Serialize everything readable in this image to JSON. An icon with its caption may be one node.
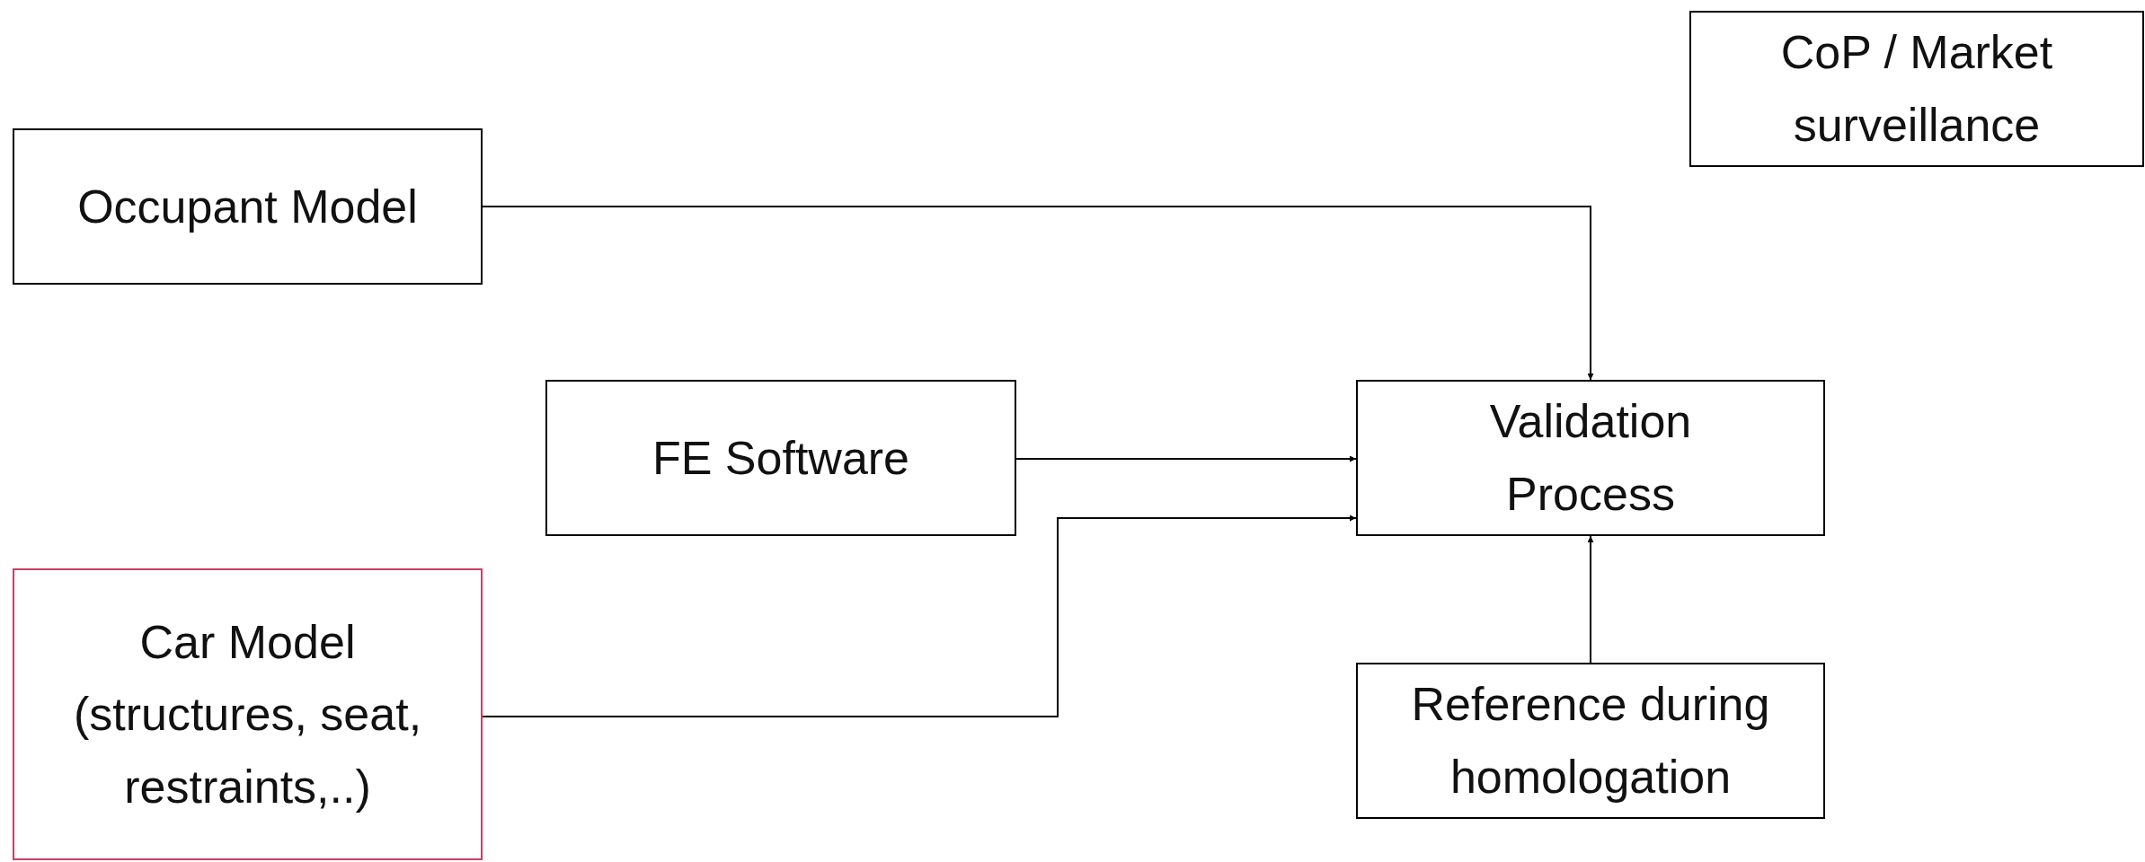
{
  "diagram": {
    "nodes": [
      {
        "text": [
          "CoP / Market surveillance"
        ]
      },
      {
        "text": [
          "Occupant Model"
        ]
      },
      {
        "text": [
          "FE Software"
        ]
      },
      {
        "text": [
          "Validation Process"
        ]
      },
      {
        "text": [
          "Car Model (structures, seat, restraints,..)"
        ]
      },
      {
        "text": [
          "Reference during homologation"
        ]
      }
    ],
    "edges": [
      {
        "from": 1,
        "to": 3,
        "arrow": "to"
      },
      {
        "from": 2,
        "to": 3,
        "arrow": "to"
      },
      {
        "from": 4,
        "to": 3,
        "arrow": "to"
      },
      {
        "from": 5,
        "to": 3,
        "arrow": "to"
      }
    ]
  }
}
